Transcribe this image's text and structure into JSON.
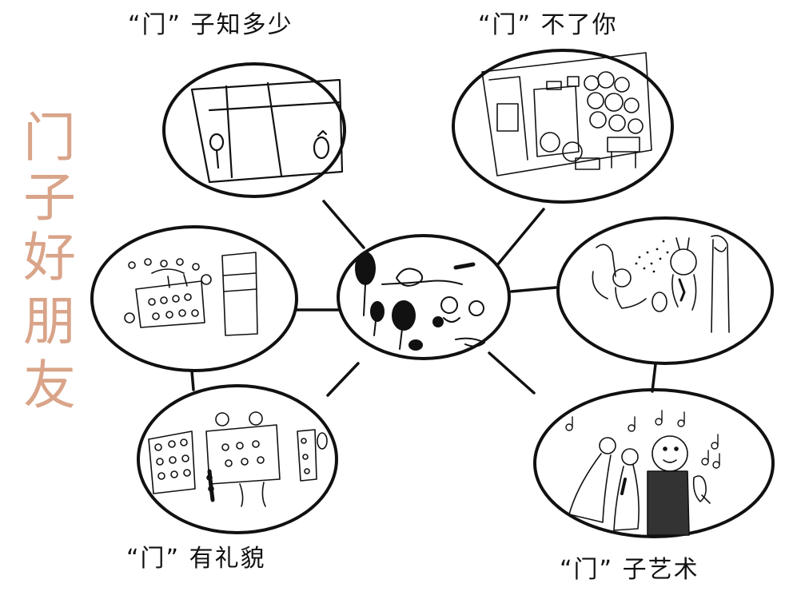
{
  "vertical_title": [
    "门",
    "子",
    "好",
    "朋",
    "友"
  ],
  "labels": {
    "top_left": "“门” 子知多少",
    "top_right": "“门” 不了你",
    "bottom_left": "“门” 有礼貌",
    "bottom_right": "“门” 子艺术"
  },
  "colors": {
    "title": "#d9a489",
    "stroke": "#111111"
  }
}
